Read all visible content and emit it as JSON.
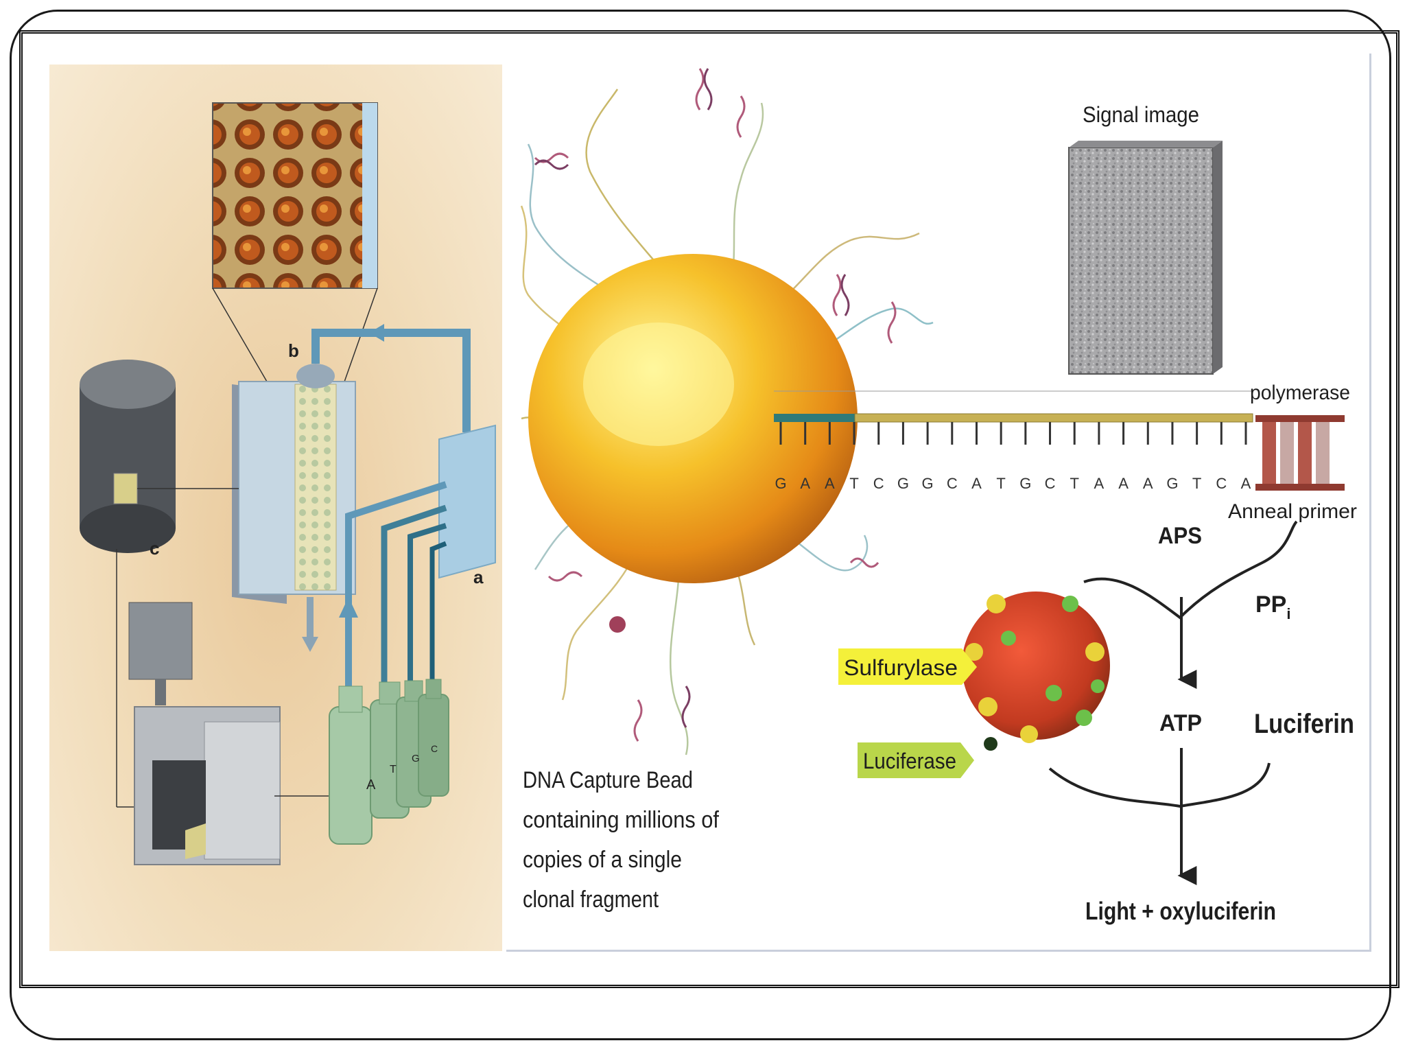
{
  "left_labels": {
    "a": "a",
    "b": "b",
    "c": "c"
  },
  "bottles": [
    "A",
    "T",
    "G",
    "C"
  ],
  "right": {
    "signal_image": "Signal image",
    "polymerase": "polymerase",
    "sequence": [
      "G",
      "A",
      "A",
      "T",
      "C",
      "G",
      "G",
      "C",
      "A",
      "T",
      "G",
      "C",
      "T",
      "A",
      "A",
      "A",
      "G",
      "T",
      "C",
      "A"
    ],
    "anneal_primer": "Anneal primer",
    "aps": "APS",
    "ppi": "PP",
    "ppi_sub": "i",
    "atp": "ATP",
    "luciferin": "Luciferin",
    "light": "Light + oxyluciferin",
    "sulfurylase": "Sulfurylase",
    "luciferase": "Luciferase",
    "bead_caption": [
      "DNA Capture Bead",
      "containing millions of",
      "copies of a single",
      "clonal fragment"
    ]
  }
}
